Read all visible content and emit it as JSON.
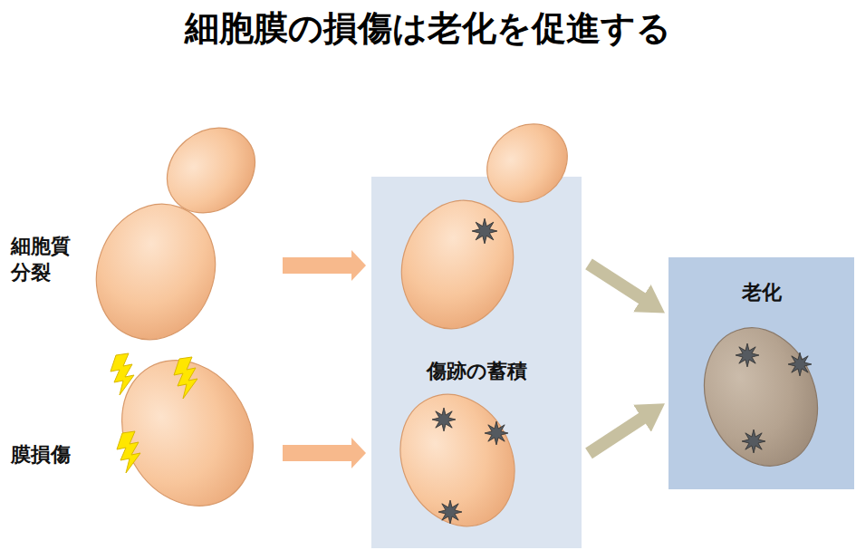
{
  "diagram": {
    "title": "細胞膜の損傷は老化を促進する",
    "nodes": [
      {
        "text": [
          "傷跡の蓄積"
        ]
      },
      {
        "text": [
          "老化"
        ]
      }
    ],
    "edges": [
      {
        "from": 0,
        "to": 1,
        "arrow": "to"
      },
      {
        "from": 0,
        "to": 1,
        "arrow": "to"
      }
    ],
    "labels": [
      "細胞質分裂",
      "膜損傷"
    ]
  }
}
